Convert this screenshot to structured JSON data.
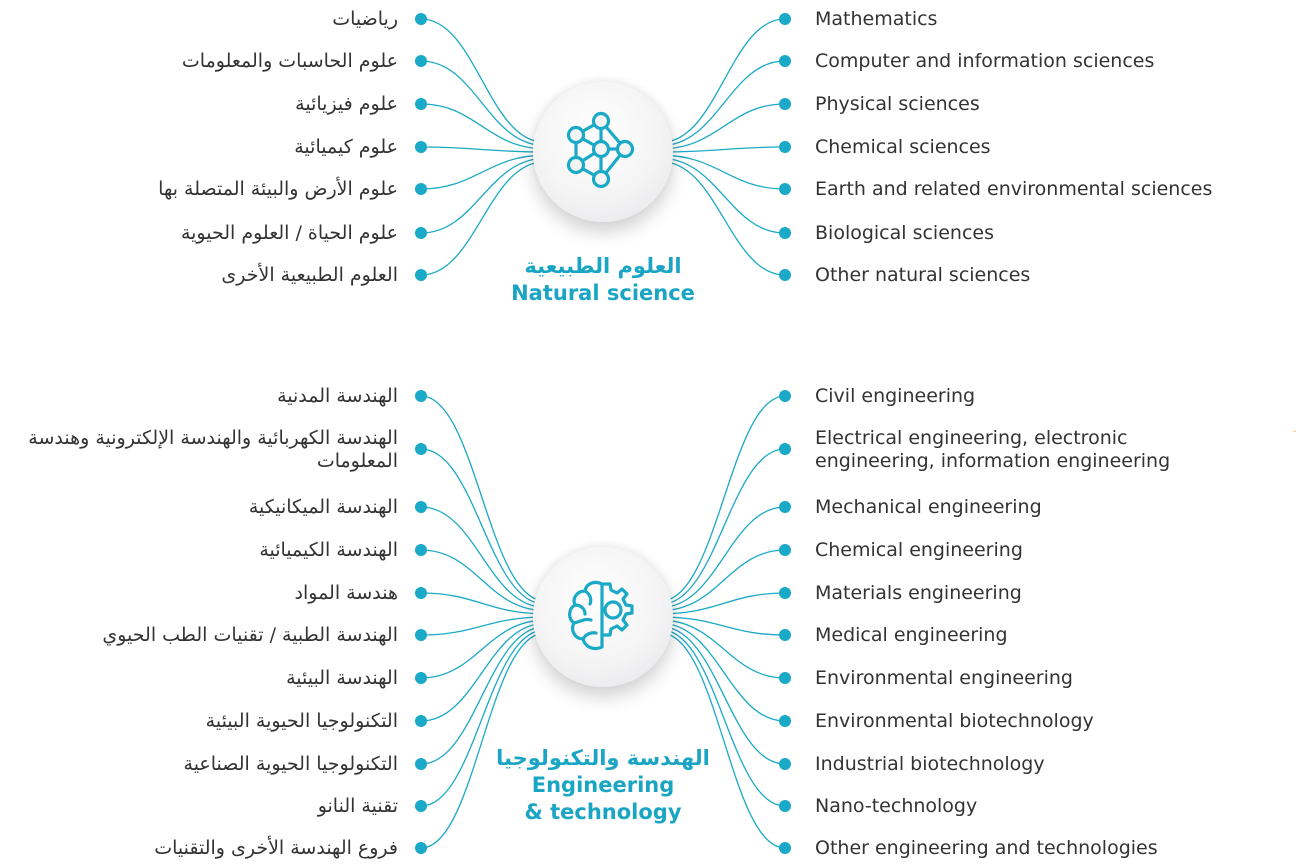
{
  "colors": {
    "accent": "#1aa9c6",
    "title": "#19a5c3",
    "text": "#333333"
  },
  "natural": {
    "icon": "neural-network-icon",
    "title_ar": "العلوم الطبيعية",
    "title_en": "Natural science",
    "en": [
      "Mathematics",
      "Computer and information sciences",
      "Physical sciences",
      "Chemical sciences",
      "Earth and related environmental sciences",
      "Biological sciences",
      "Other natural sciences"
    ],
    "ar": [
      "رياضيات",
      "علوم الحاسبات والمعلومات",
      "علوم فيزيائية",
      "علوم كيميائية",
      "علوم الأرض والبيئة المتصلة بها",
      "علوم الحياة / العلوم الحيوية",
      "العلوم الطبيعية الأخرى"
    ]
  },
  "engineering": {
    "icon": "brain-gear-icon",
    "title_ar": "الهندسة والتكنولوجيا",
    "title_en_1": "Engineering",
    "title_en_2": "& technology",
    "en": [
      "Civil engineering",
      "Electrical engineering, electronic engineering, information engineering",
      "Mechanical engineering",
      "Chemical engineering",
      "Materials engineering",
      "Medical engineering",
      "Environmental engineering",
      "Environmental biotechnology",
      "Industrial biotechnology",
      "Nano-technology",
      "Other engineering and technologies"
    ],
    "ar": [
      "الهندسة المدنية",
      "الهندسة الكهربائية والهندسة الإلكترونية وهندسة المعلومات",
      "الهندسة الميكانيكية",
      "الهندسة الكيميائية",
      "هندسة المواد",
      "الهندسة الطبية / تقنيات الطب الحيوي",
      "الهندسة البيئية",
      "التكنولوجيا الحيوية البيئية",
      "التكنولوجيا الحيوية الصناعية",
      "تقنية النانو",
      "فروع الهندسة الأخرى والتقنيات"
    ]
  }
}
